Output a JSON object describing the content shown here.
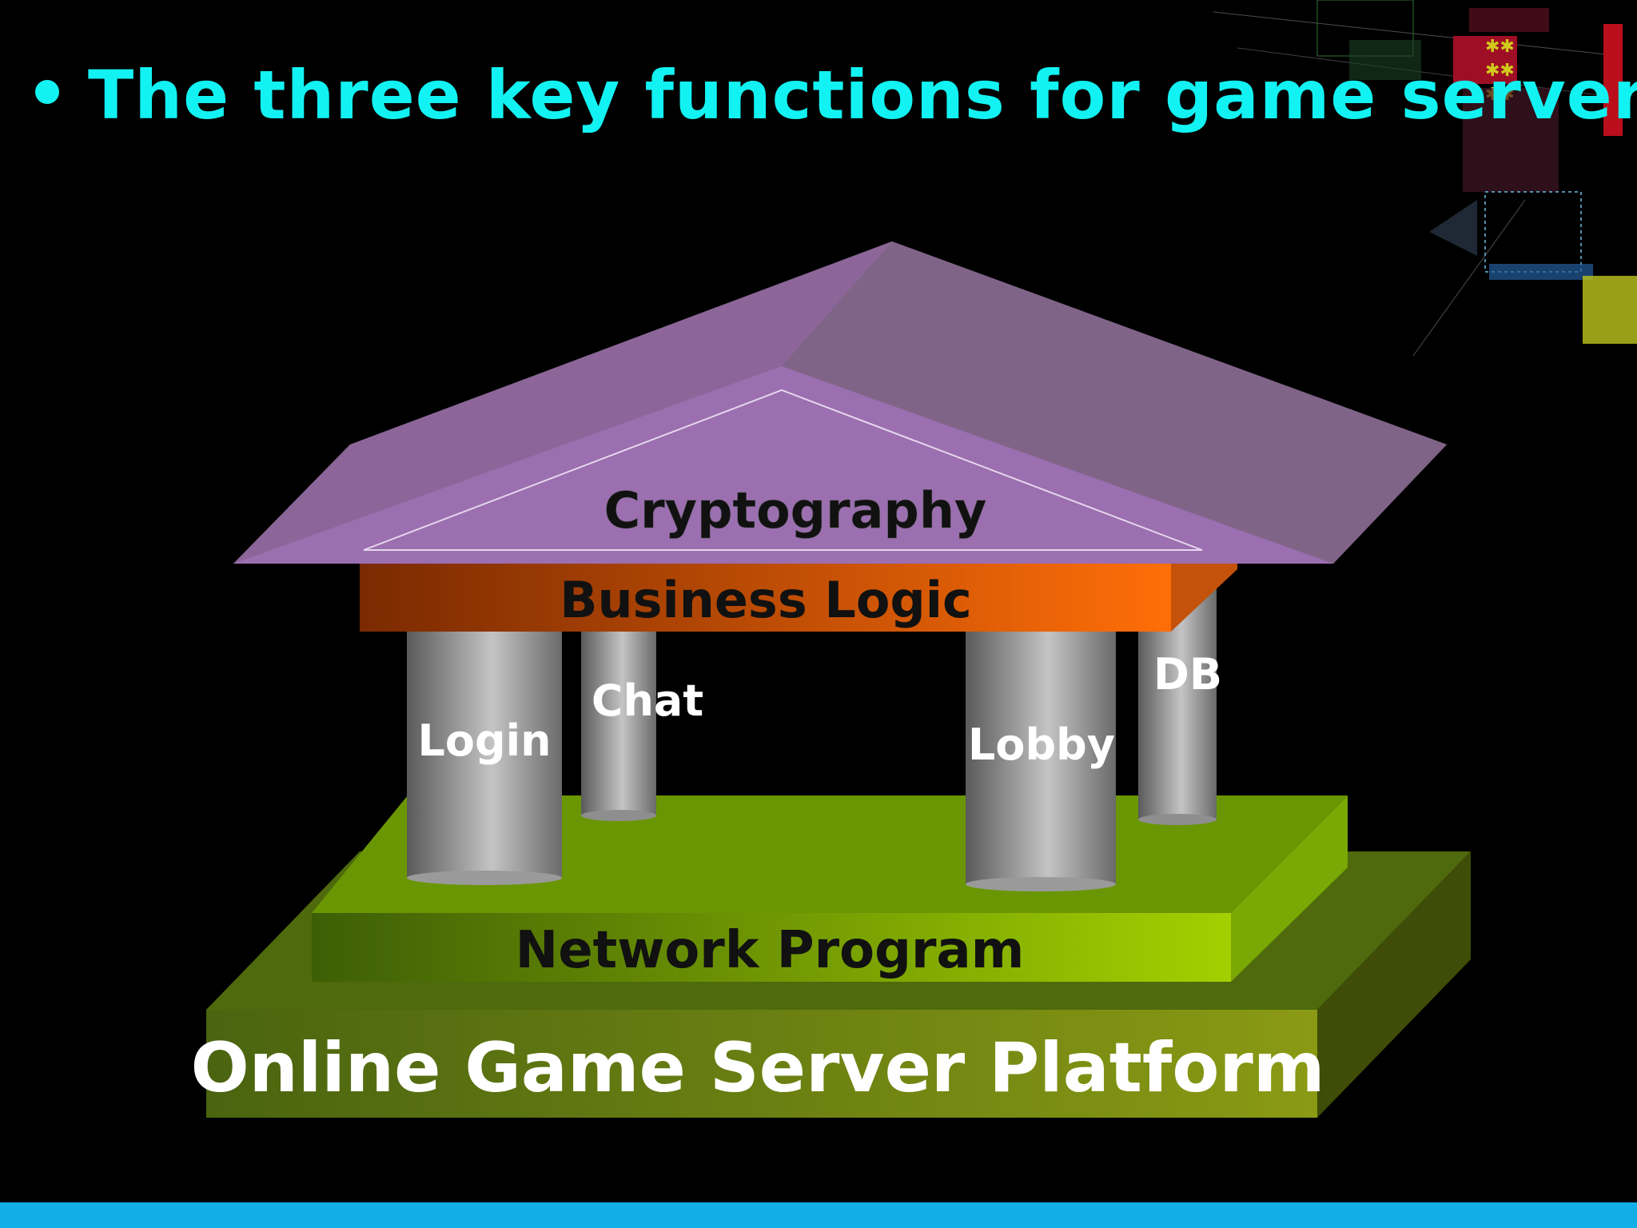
{
  "slide": {
    "title": "The three key functions for game server",
    "accent_color": "#13f2f2",
    "footer_bar_color": "#12aee8"
  },
  "diagram": {
    "roof": {
      "label": "Cryptography",
      "color": "#9b6fb0"
    },
    "beam": {
      "label": "Business Logic",
      "color": "#f26a0c"
    },
    "pillars": [
      {
        "label": "Login"
      },
      {
        "label": "Chat"
      },
      {
        "label": "Lobby"
      },
      {
        "label": "DB"
      }
    ],
    "upper_base": {
      "label": "Network Program",
      "color": "#8fbf00"
    },
    "lower_base": {
      "label": "Online Game Server Platform",
      "color": "#6b8a10"
    }
  }
}
